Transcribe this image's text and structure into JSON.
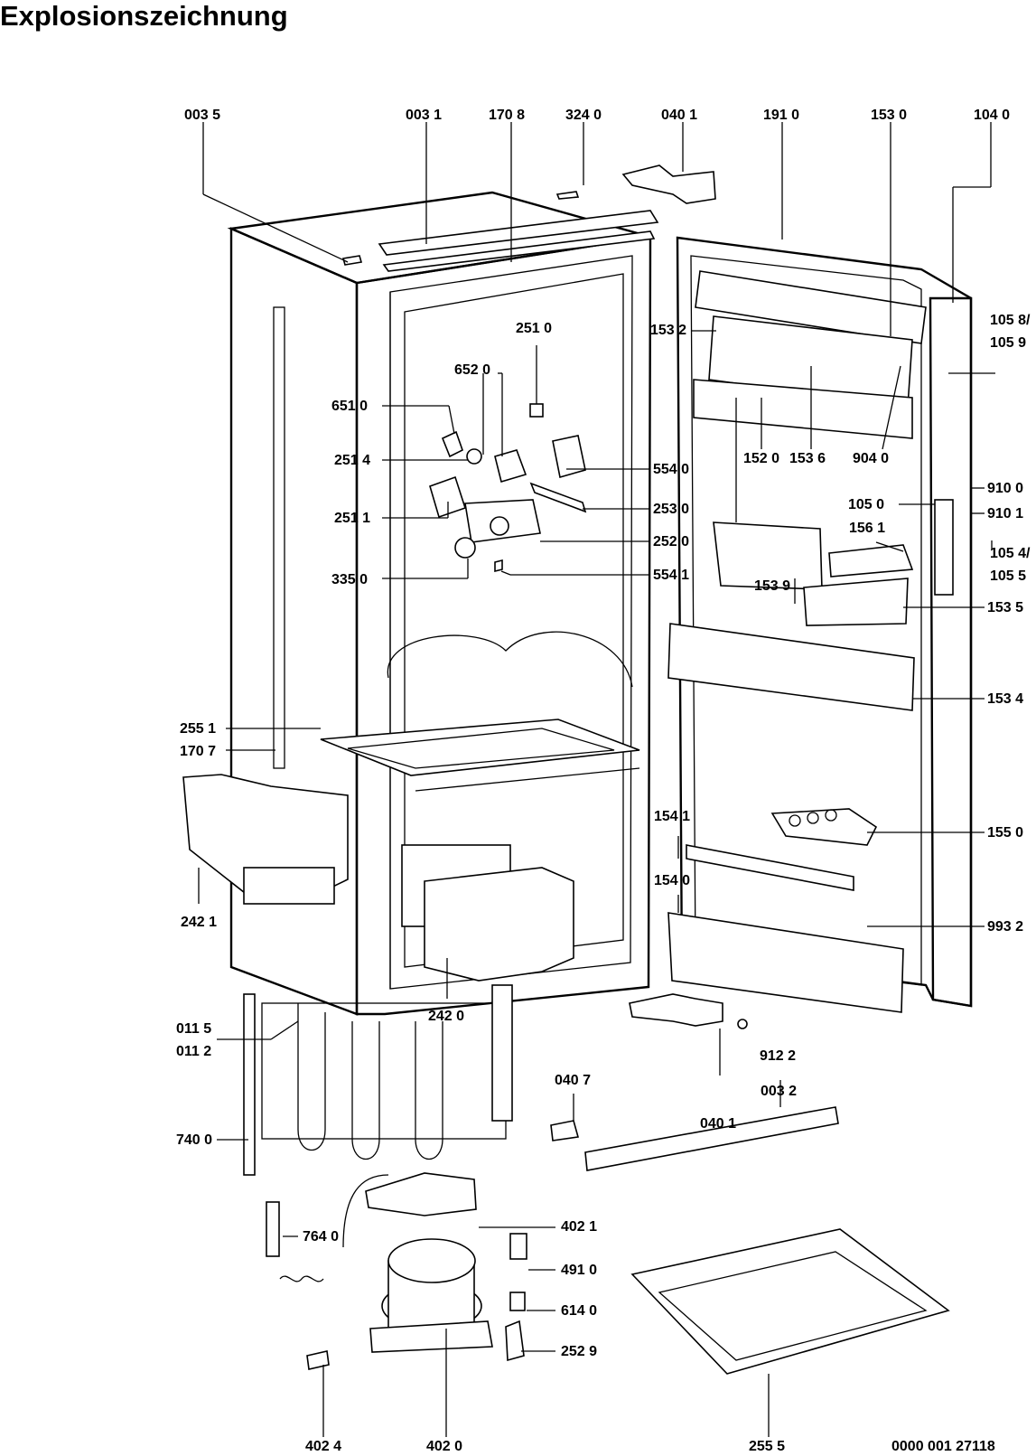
{
  "title": "Explosionszeichnung",
  "labels": {
    "l0035": "003 5",
    "l0031": "003 1",
    "l1708": "170 8",
    "l3240": "324 0",
    "l0401a": "040 1",
    "l1910": "191 0",
    "l1530": "153 0",
    "l1040": "104 0",
    "l2510": "251 0",
    "l6520": "652 0",
    "l6510": "651 0",
    "l2514": "251 4",
    "l2511": "251 1",
    "l3350": "335 0",
    "l5540": "554 0",
    "l2530": "253 0",
    "l2520": "252 0",
    "l5541": "554 1",
    "l1532": "153 2",
    "l1520": "152 0",
    "l1536": "153 6",
    "l9040": "904 0",
    "l1058": "105 8/",
    "l1059": "105 9",
    "l9100": "910 0",
    "l9101": "910 1",
    "l1050": "105 0",
    "l1561": "156 1",
    "l1054": "105 4/",
    "l1055": "105 5",
    "l1539": "153 9",
    "l1535": "153 5",
    "l1534": "153 4",
    "l2551": "255 1",
    "l1707": "170 7",
    "l2421": "242 1",
    "l2420": "242 0",
    "l1541": "154 1",
    "l1540": "154 0",
    "l1550": "155 0",
    "l9932": "993 2",
    "l0115": "011 5",
    "l0112": "011 2",
    "l7400": "740 0",
    "l7640": "764 0",
    "l0407": "040 7",
    "l0401b": "040 1",
    "l9122": "912 2",
    "l0032": "003 2",
    "l4021": "402 1",
    "l4910": "491 0",
    "l6140": "614 0",
    "l2529": "252 9",
    "l4024": "402 4",
    "l4020": "402 0",
    "l2555": "255 5",
    "docno": "0000 001 27118"
  }
}
